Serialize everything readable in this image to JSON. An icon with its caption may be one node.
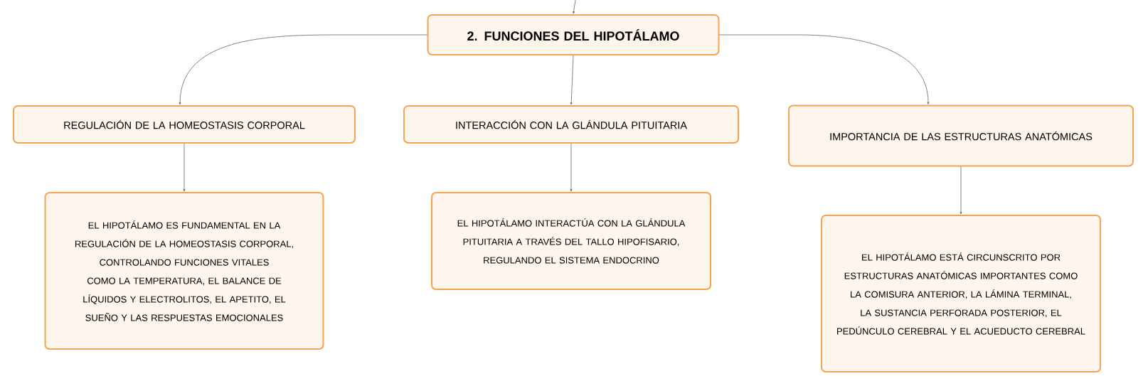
{
  "diagram": {
    "nodes": [
      {
        "text": [
          "2. FUNCIONES DEL HIPOTÁLAMO"
        ]
      },
      {
        "text": [
          "REGULACIÓN DE LA HOMEOSTASIS CORPORAL"
        ]
      },
      {
        "text": [
          "INTERACCIÓN CON LA GLÁNDULA PITUITARIA"
        ]
      },
      {
        "text": [
          "IMPORTANCIA DE LAS ESTRUCTURAS ANATÓMICAS"
        ]
      },
      {
        "text": [
          "EL HIPOTÁLAMO ES FUNDAMENTAL EN LA REGULACIÓN DE LA HOMEOSTASIS CORPORAL, CONTROLANDO FUNCIONES VITALES COMO LA TEMPERATURA, EL BALANCE DE LÍQUIDOS Y ELECTROLITOS, EL APETITO, EL SUEÑO Y LAS RESPUESTAS EMOCIONALES"
        ]
      },
      {
        "text": [
          "EL HIPOTÁLAMO INTERACTÚA CON LA GLÁNDULA PITUITARIA A TRAVÉS DEL TALLO HIPOFISARIO, REGULANDO EL SISTEMA ENDOCRINO"
        ]
      },
      {
        "text": [
          "EL HIPOTÁLAMO ESTÁ CIRCUNSCRITO POR ESTRUCTURAS ANATÓMICAS IMPORTANTES COMO LA COMISURA ANTERIOR, LA LÁMINA TERMINAL, LA SUSTANCIA PERFORADA POSTERIOR, EL PEDÚNCULO CEREBRAL Y EL ACUEDUCTO CEREBRAL"
        ]
      }
    ],
    "edges": [
      {
        "from": null,
        "to": 0,
        "arrow": "to"
      },
      {
        "from": 0,
        "to": 1,
        "arrow": "to"
      },
      {
        "from": 0,
        "to": 2,
        "arrow": "to"
      },
      {
        "from": 0,
        "to": 3,
        "arrow": "to"
      },
      {
        "from": 1,
        "to": 4,
        "arrow": "to"
      },
      {
        "from": 2,
        "to": 5,
        "arrow": "to"
      },
      {
        "from": 3,
        "to": 6,
        "arrow": "to"
      }
    ]
  }
}
